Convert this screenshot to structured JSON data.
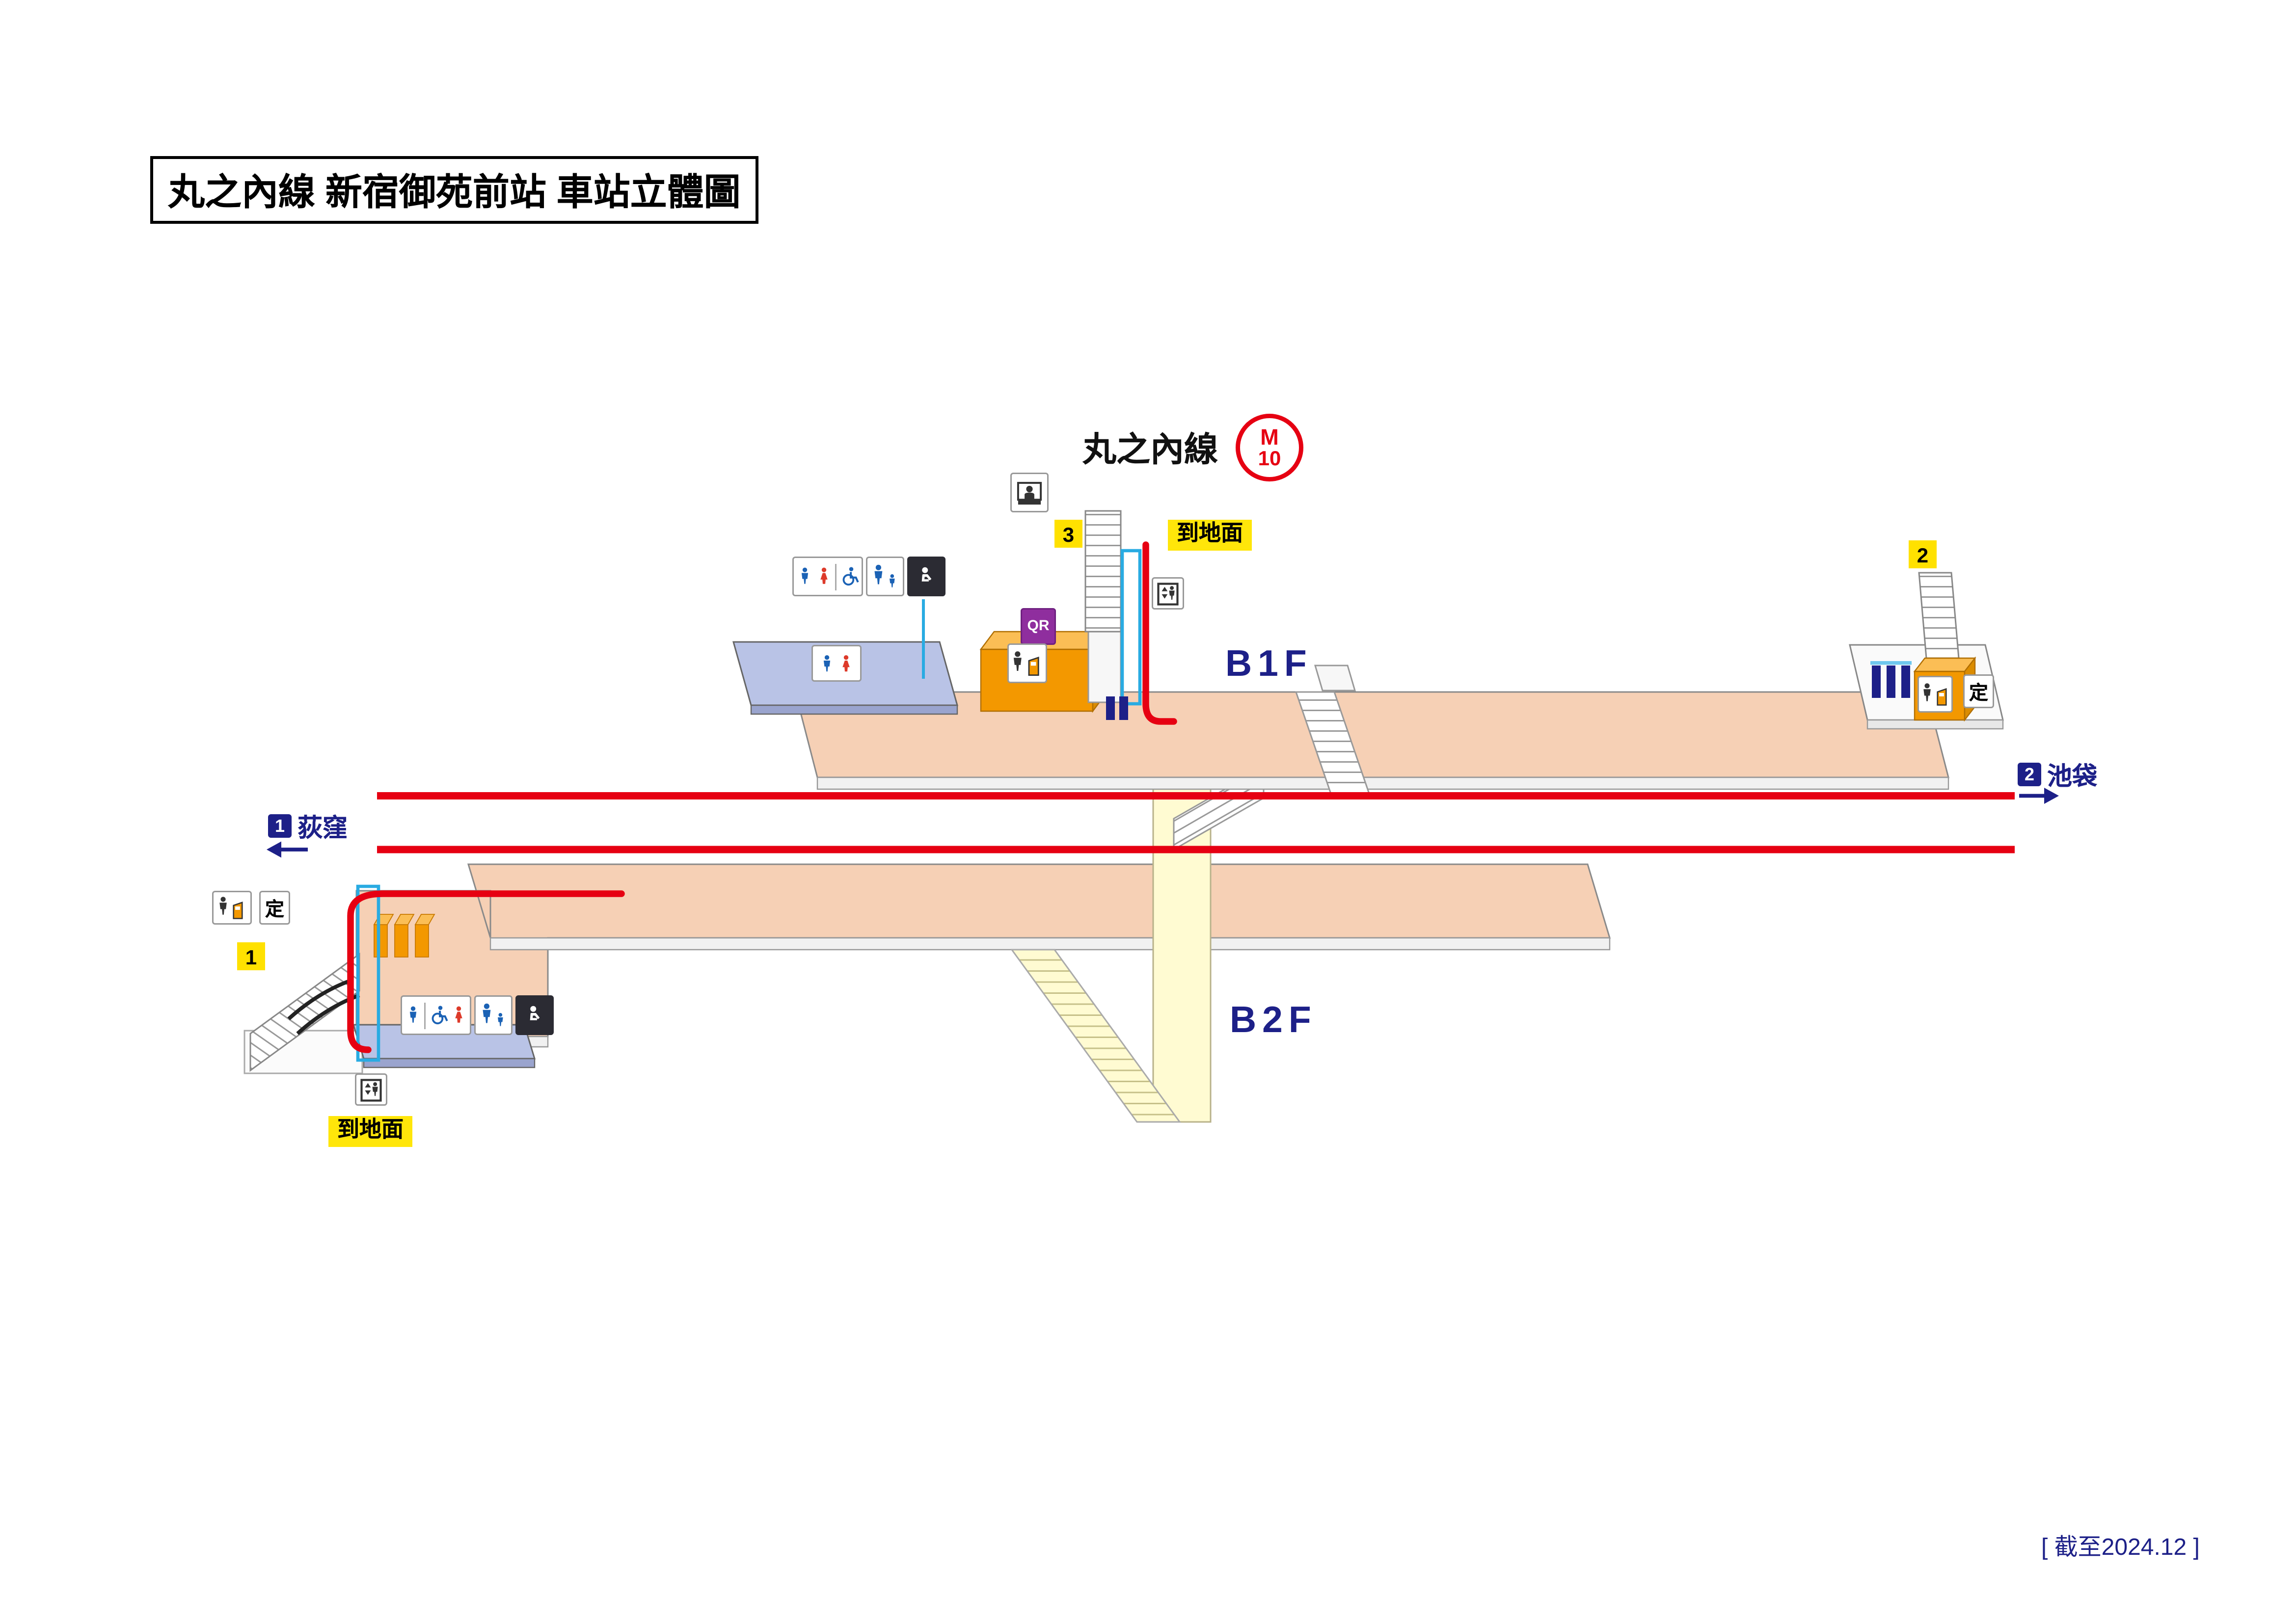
{
  "title": "丸之內線 新宿御苑前站 車站立體圖",
  "line": {
    "name": "丸之內線",
    "symbol_letter": "M",
    "symbol_number": "10",
    "color": "#E60012"
  },
  "floors": {
    "b1f": "B1F",
    "b2f": "B2F"
  },
  "directions": {
    "left": {
      "badge": "1",
      "name": "荻窪"
    },
    "right": {
      "badge": "2",
      "name": "池袋"
    }
  },
  "exits": {
    "e1": "1",
    "e2": "2",
    "e3": "3"
  },
  "labels": {
    "to_ground": "到地面",
    "qr": "QR",
    "commuter_pass": "定"
  },
  "footer": "[ 截至2024.12 ]",
  "icons": {
    "restroom": "male-female-wheelchair-baby pictograms",
    "elevator": "elevator-icon",
    "fare_machine": "ticket-machine-icon",
    "staffed_gate": "station-staff-gate-icon",
    "qr_ticket": "qr-ticket-icon",
    "baby_care": "baby-care-icon"
  },
  "colors": {
    "line_red": "#E60012",
    "navy": "#1D2088",
    "platform_peach": "#F6D0B5",
    "accent_yellow": "#FFE100",
    "gate_orange": "#F39800",
    "elevator_blue": "#29ABE2",
    "floor_blue": "#B9C3E6",
    "stair_yellow": "#FFFBD2",
    "qr_purple": "#8F2E9E"
  }
}
